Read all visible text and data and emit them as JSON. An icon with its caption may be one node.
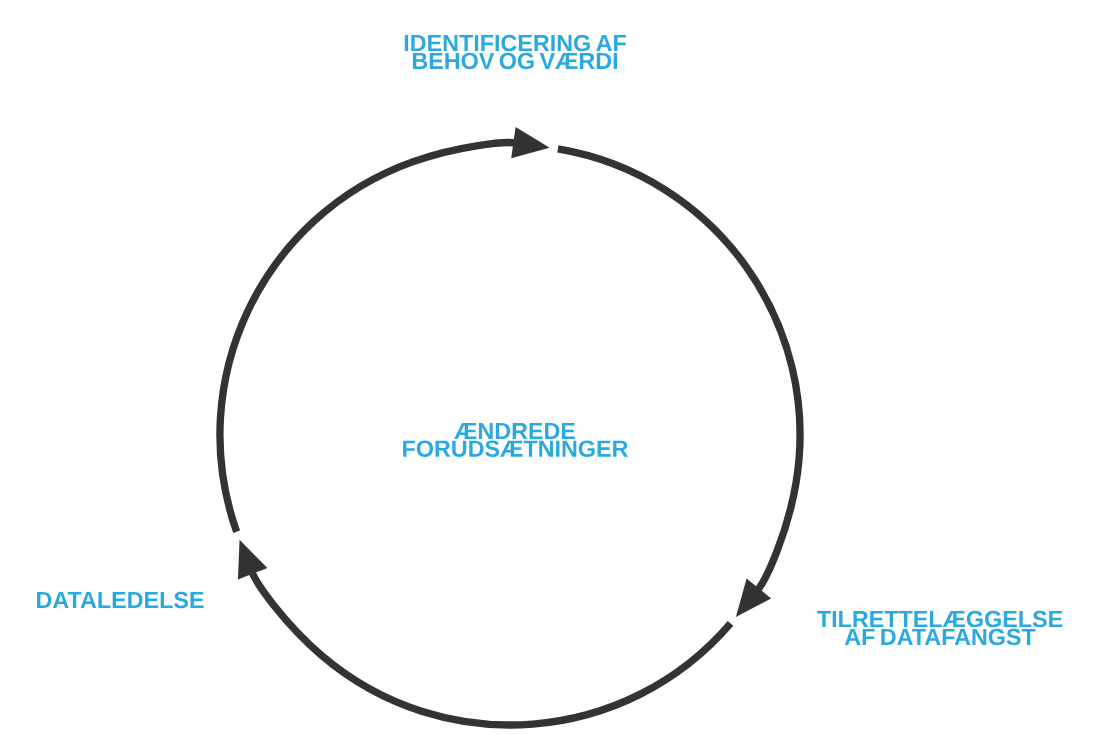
{
  "diagram": {
    "nodes": [
      {
        "text": [
          "IDENTIFICERING AF BEHOV OG VÆRDI"
        ]
      },
      {
        "text": [
          "TILRETTELÆGGELSE AF DATAFANGST"
        ]
      },
      {
        "text": [
          "DATALEDELSE"
        ]
      }
    ],
    "edges": [
      {
        "from": 2,
        "to": 0,
        "arrow": "to"
      },
      {
        "from": 0,
        "to": 1,
        "arrow": "to"
      },
      {
        "from": 1,
        "to": 2,
        "arrow": "to"
      }
    ],
    "labels": [
      "ÆNDREDE FORUDSÆTNINGER"
    ]
  }
}
